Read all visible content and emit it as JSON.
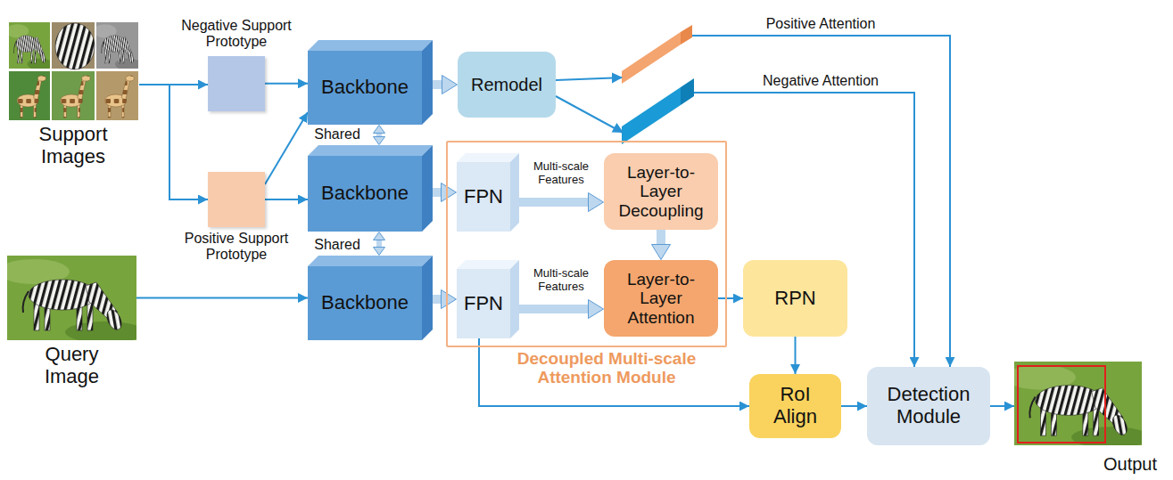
{
  "diagram": {
    "nodes": [
      {
        "text": [
          "Support Images"
        ]
      },
      {
        "text": [
          "Negative Support Prototype"
        ]
      },
      {
        "text": [
          "Positive Support Prototype"
        ]
      },
      {
        "text": [
          "Backbone"
        ]
      },
      {
        "text": [
          "Remodel"
        ]
      },
      {
        "text": [
          "Backbone"
        ]
      },
      {
        "text": [
          "Decoupled Multi-scale Attention Module"
        ]
      },
      {
        "text": [
          "FPN"
        ],
        "in": 6
      },
      {
        "text": [
          "Layer-to-Layer Decoupling"
        ],
        "in": 6
      },
      {
        "text": [
          "Query Image"
        ]
      },
      {
        "text": [
          "Backbone"
        ]
      },
      {
        "text": [
          "FPN"
        ],
        "in": 6
      },
      {
        "text": [
          "Layer-to-Layer Attention"
        ],
        "in": 6
      },
      {
        "text": [
          "RPN"
        ]
      },
      {
        "text": [
          "RoI Align"
        ]
      },
      {
        "text": [
          "Detection Module"
        ]
      },
      {
        "text": [
          "Output"
        ]
      }
    ],
    "edges": [
      {
        "from": 0,
        "to": 1,
        "arrow": "to"
      },
      {
        "from": 0,
        "to": 2,
        "arrow": "to"
      },
      {
        "from": 1,
        "to": 3,
        "arrow": "to"
      },
      {
        "from": 2,
        "to": 3,
        "arrow": "to"
      },
      {
        "from": 2,
        "to": 5,
        "arrow": "to"
      },
      {
        "from": 3,
        "to": 4,
        "arrow": "to"
      },
      {
        "from": 3,
        "to": 5,
        "arrow": "both",
        "label": "Shared"
      },
      {
        "from": 5,
        "to": 10,
        "arrow": "both",
        "label": "Shared"
      },
      {
        "from": 4,
        "to": 15,
        "arrow": "to",
        "label": "Positive Attention"
      },
      {
        "from": 4,
        "to": 15,
        "arrow": "to",
        "label": "Negative Attention"
      },
      {
        "from": 5,
        "to": 7,
        "arrow": "to"
      },
      {
        "from": 7,
        "to": 8,
        "arrow": "to",
        "label": "Multi-scale Features"
      },
      {
        "from": 8,
        "to": 12,
        "arrow": "to"
      },
      {
        "from": 9,
        "to": 10,
        "arrow": "to"
      },
      {
        "from": 10,
        "to": 11,
        "arrow": "to"
      },
      {
        "from": 11,
        "to": 12,
        "arrow": "to",
        "label": "Multi-scale Features"
      },
      {
        "from": 12,
        "to": 13,
        "arrow": "to"
      },
      {
        "from": 13,
        "to": 14,
        "arrow": "to"
      },
      {
        "from": 11,
        "to": 14,
        "arrow": "to"
      },
      {
        "from": 14,
        "to": 15,
        "arrow": "to"
      },
      {
        "from": 15,
        "to": 16,
        "arrow": "to"
      }
    ]
  }
}
